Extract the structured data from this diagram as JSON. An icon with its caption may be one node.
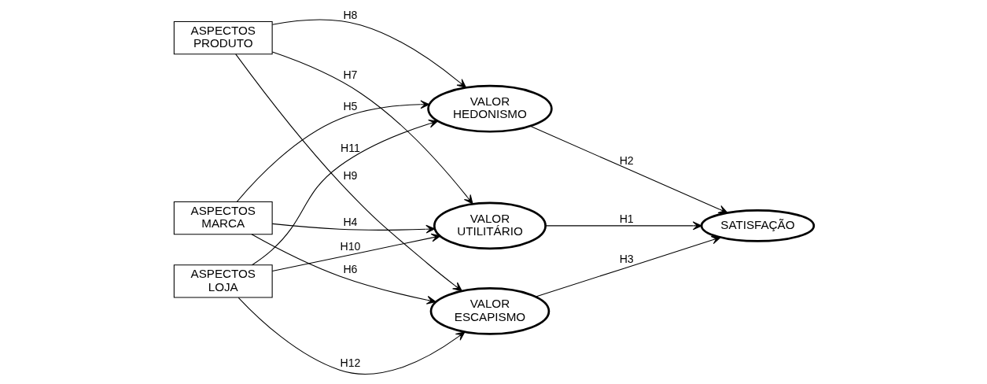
{
  "diagram": {
    "nodes": [
      {
        "text": [
          "ASPECTOS MARCA"
        ]
      },
      {
        "text": [
          "ASPECTOS PRODUTO"
        ]
      },
      {
        "text": [
          "ASPECTOS LOJA"
        ]
      },
      {
        "text": [
          "VALOR UTILITÁRIO"
        ]
      },
      {
        "text": [
          "VALOR HEDONISMO"
        ]
      },
      {
        "text": [
          "VALOR ESCAPISMO"
        ]
      },
      {
        "text": [
          "SATISFAÇÃO"
        ]
      }
    ],
    "edges": [
      {
        "from": 0,
        "to": 3,
        "arrow": "to",
        "label": "H4"
      },
      {
        "from": 0,
        "to": 4,
        "arrow": "to",
        "label": "H5"
      },
      {
        "from": 0,
        "to": 5,
        "arrow": "to",
        "label": "H6"
      },
      {
        "from": 1,
        "to": 3,
        "arrow": "to",
        "label": "H7"
      },
      {
        "from": 1,
        "to": 4,
        "arrow": "to",
        "label": "H8"
      },
      {
        "from": 1,
        "to": 5,
        "arrow": "to",
        "label": "H9"
      },
      {
        "from": 2,
        "to": 3,
        "arrow": "to",
        "label": "H10"
      },
      {
        "from": 2,
        "to": 4,
        "arrow": "to",
        "label": "H11"
      },
      {
        "from": 2,
        "to": 5,
        "arrow": "to",
        "label": "H12"
      },
      {
        "from": 3,
        "to": 6,
        "arrow": "to",
        "label": "H1"
      },
      {
        "from": 4,
        "to": 6,
        "arrow": "to",
        "label": "H2"
      },
      {
        "from": 5,
        "to": 6,
        "arrow": "to",
        "label": "H3"
      }
    ]
  }
}
